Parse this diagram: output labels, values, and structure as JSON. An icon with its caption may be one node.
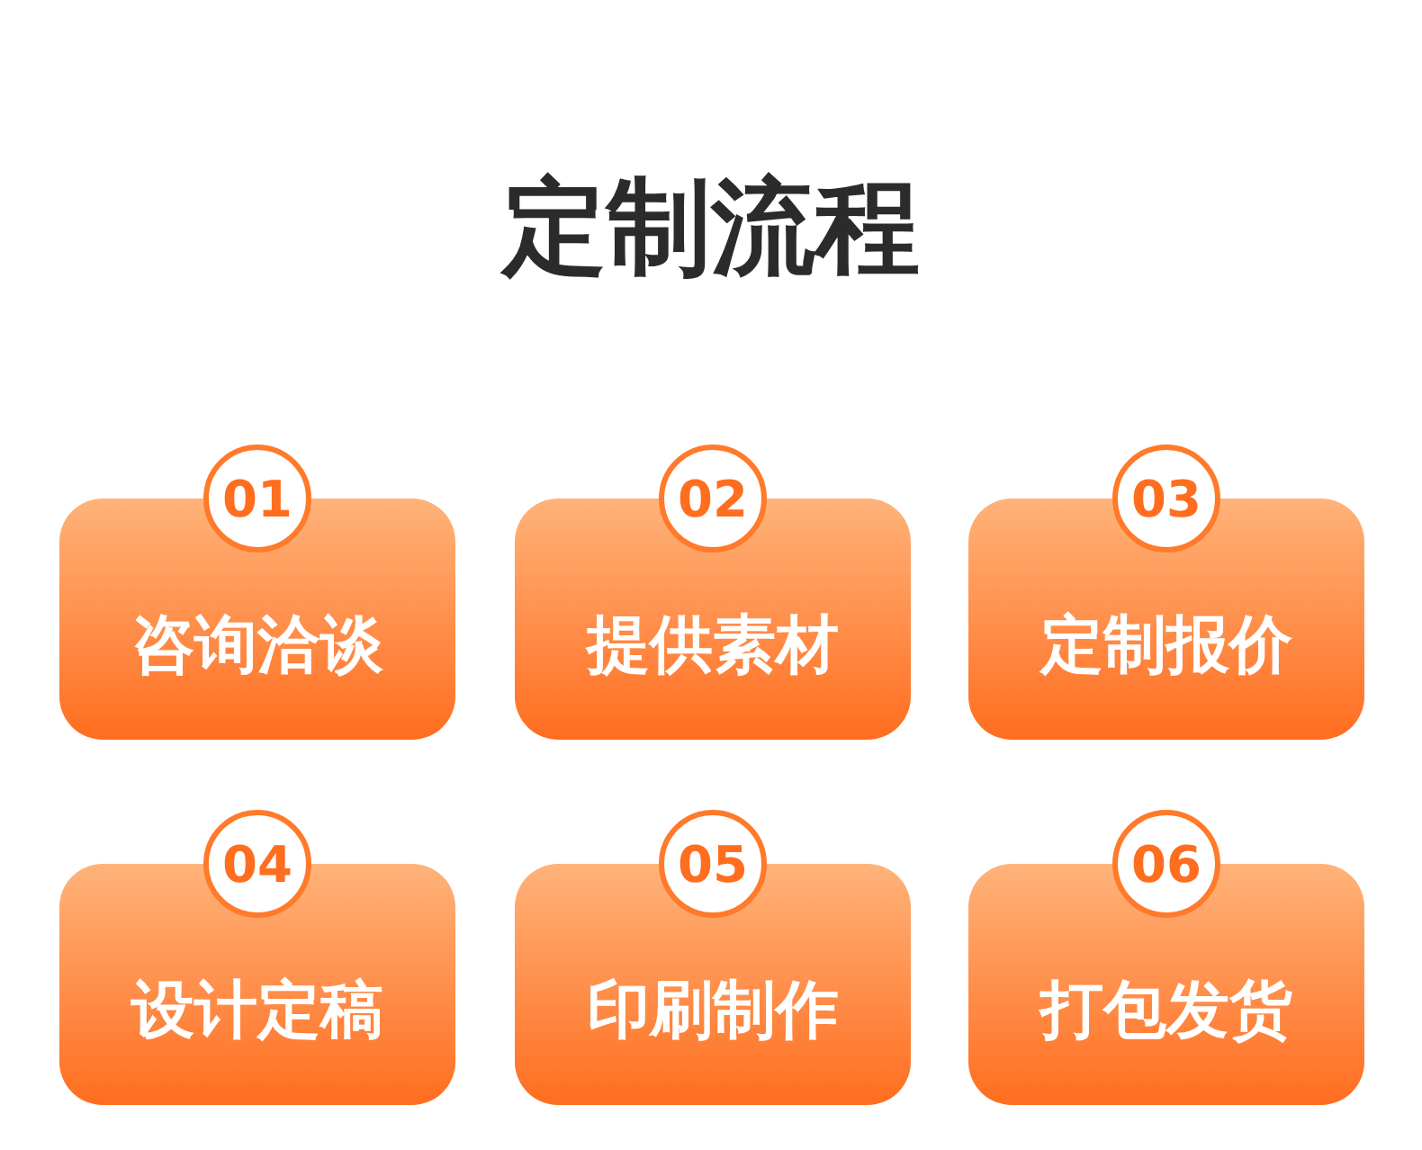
{
  "diagram": {
    "title": "定制流程",
    "nodes": [
      {
        "text": [
          "01",
          "咨询洽谈"
        ]
      },
      {
        "text": [
          "02",
          "提供素材"
        ]
      },
      {
        "text": [
          "03",
          "定制报价"
        ]
      },
      {
        "text": [
          "04",
          "设计定稿"
        ]
      },
      {
        "text": [
          "05",
          "印刷制作"
        ]
      },
      {
        "text": [
          "06",
          "打包发货"
        ]
      }
    ]
  }
}
